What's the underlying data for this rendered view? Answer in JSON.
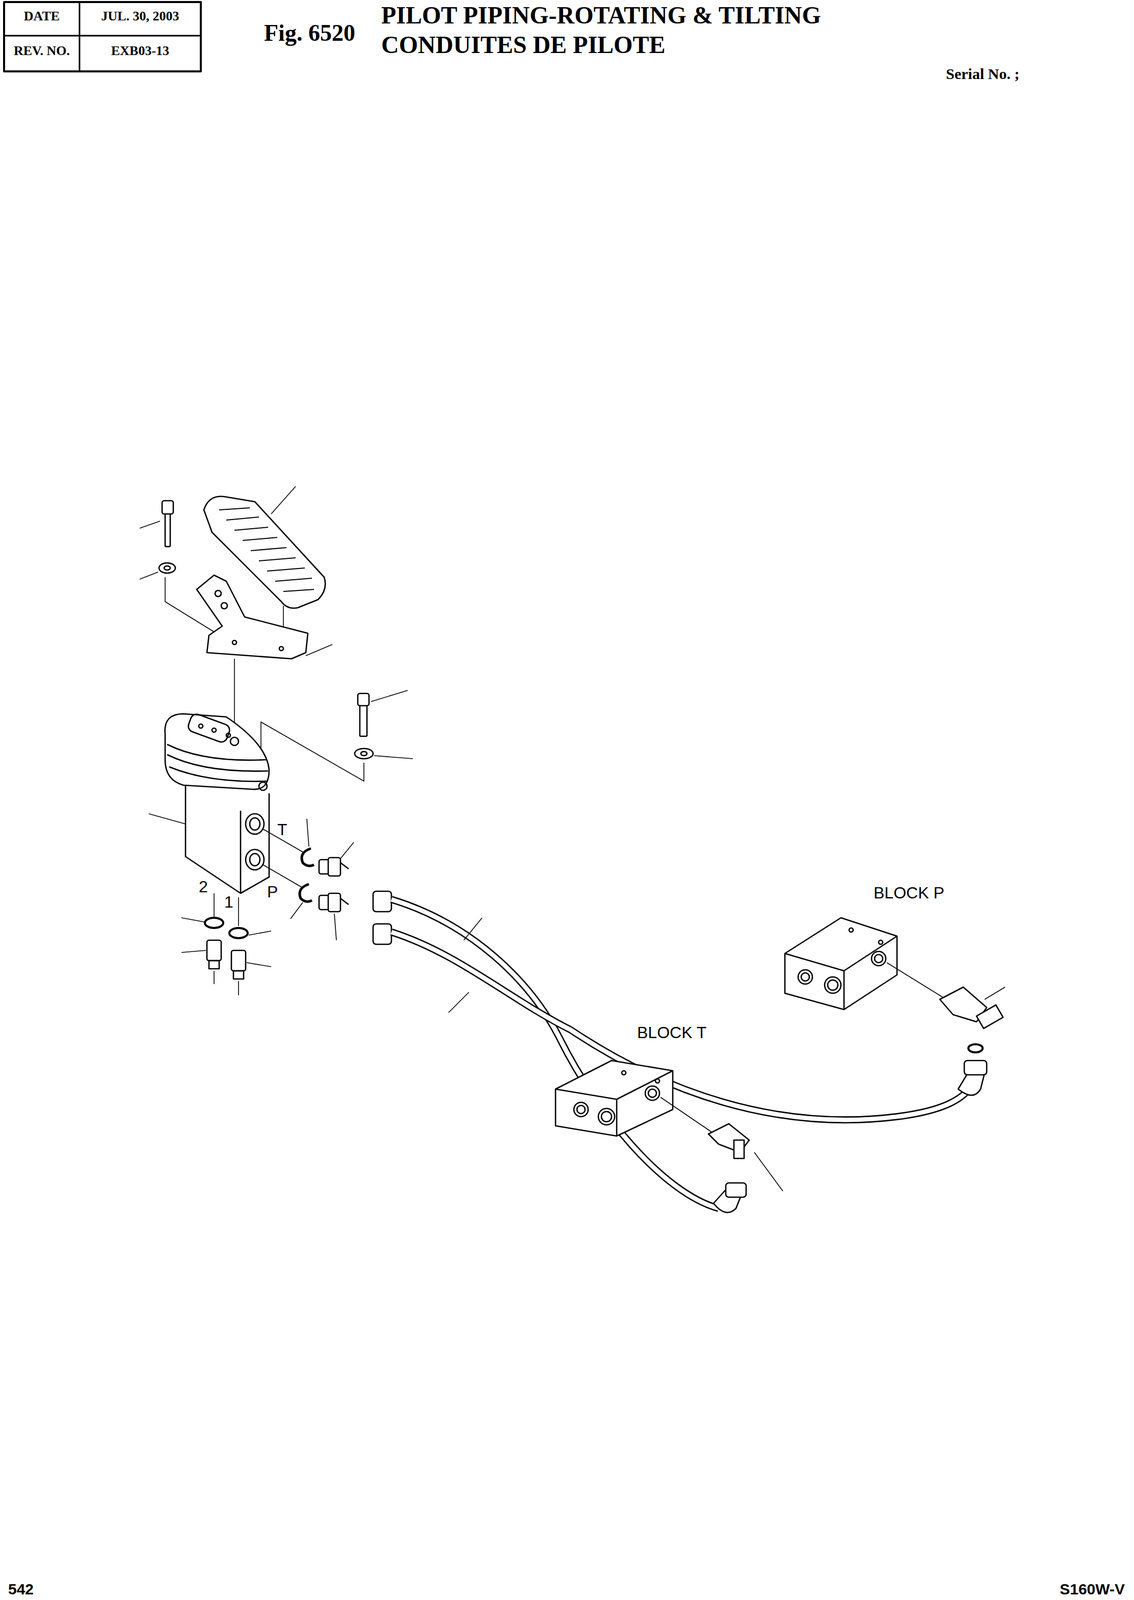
{
  "diagram": {
    "title": "PILOT PIPING-ROTATING & TILTING",
    "labels": [
      "DATE",
      "JUL. 30, 2003",
      "REV. NO.",
      "EXB03-13",
      "Fig. 6520",
      "CONDUITES DE PILOTE",
      "Serial No. ;",
      "T",
      "P",
      "2",
      "1",
      "BLOCK P",
      "BLOCK T",
      "542",
      "S160W-V"
    ]
  }
}
